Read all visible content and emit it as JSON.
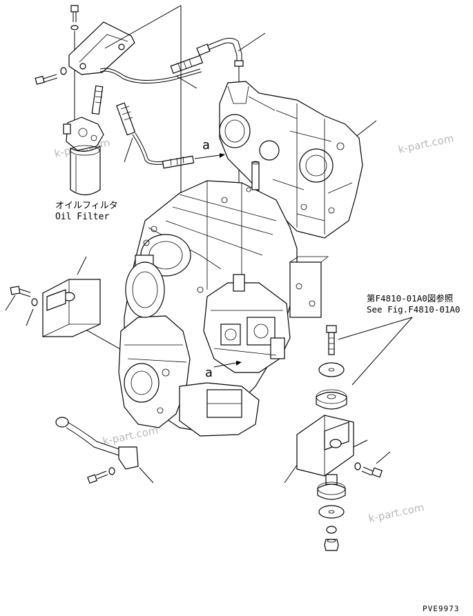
{
  "labels": {
    "oil_filter_jp": "オイルフィルタ",
    "oil_filter_en": "Oil Filter",
    "ref_jp": "第F4810-01A0図参照",
    "ref_en": "See Fig.F4810-01A0",
    "view_a_upper": "a",
    "view_a_lower": "a",
    "drawing_code": "PVE9973"
  },
  "watermarks": [
    "k-part.com",
    "k-part.com",
    "k-part.com",
    "k-part.com"
  ]
}
